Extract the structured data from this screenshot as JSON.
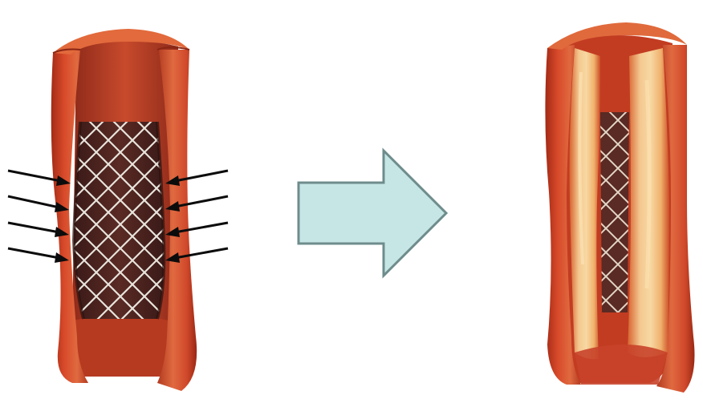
{
  "figure": {
    "panels": [
      {
        "id": "before",
        "icon": "stented-artery-icon",
        "description_icon": "compression-arrows-icon",
        "arrow_count_per_side": 4
      },
      {
        "id": "after",
        "icon": "restenosed-artery-icon"
      }
    ],
    "transition_arrow": {
      "icon": "right-arrow-icon",
      "fill": "#c6e6e6",
      "stroke": "#6f8c8c"
    },
    "colors": {
      "vessel_outer": "#c63a22",
      "vessel_inner_dark": "#8f2416",
      "lumen_dark": "#4a2420",
      "stent_wire": "#e8e4dc",
      "plaque": "#f2c48a",
      "pressure_arrows": "#0c0c0c"
    }
  }
}
